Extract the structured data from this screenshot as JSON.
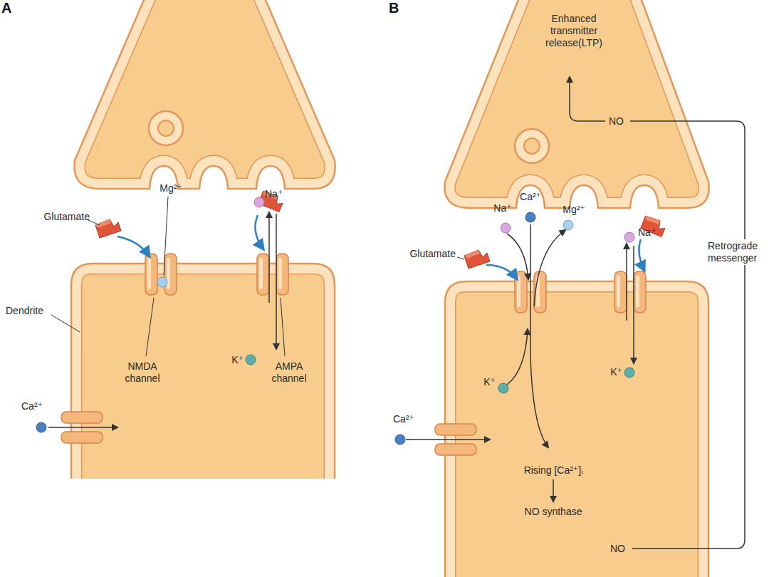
{
  "diagram": {
    "labels": [
      "A",
      "Glutamate",
      "Mg²⁺",
      "Na⁺",
      "Dendrite",
      "NMDA channel",
      "K⁺",
      "AMPA channel",
      "Ca²⁺",
      "B",
      "Enhanced transmitter release(LTP)",
      "NO",
      "Na⁺",
      "Ca²⁺",
      "Mg²⁺",
      "Retrograde messenger",
      "Glutamate",
      "Na⁺",
      "K⁺",
      "K⁺",
      "Ca²⁺",
      "Rising [Ca²⁺]ᵢ",
      "NO synthase",
      "NO"
    ]
  }
}
